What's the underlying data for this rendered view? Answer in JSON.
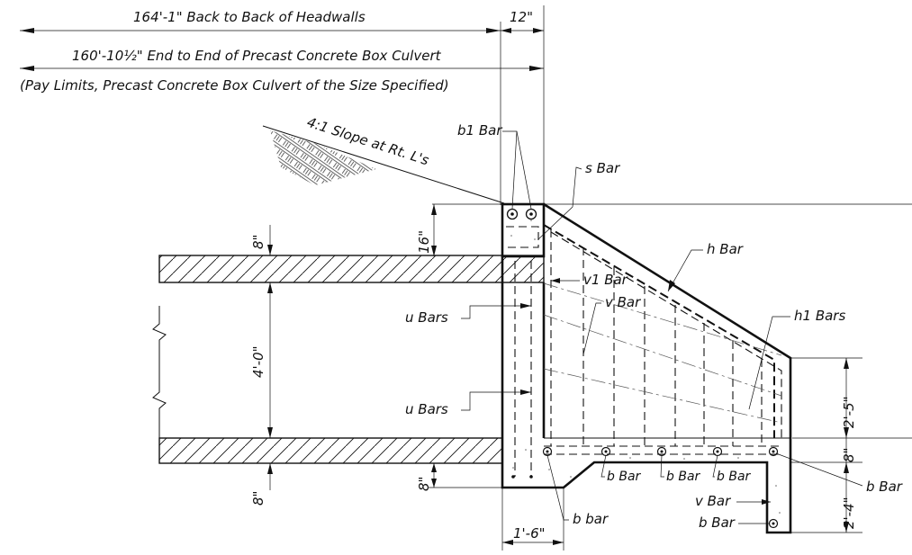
{
  "dimensions": {
    "back_to_back": "164'-1\"   Back to Back of Headwalls",
    "end_to_end": "160'-10½\"  End to End of Precast Concrete Box Culvert",
    "pay_limits": "(Pay Limits, Precast Concrete Box Culvert of the Size Specified)",
    "twelve_in": "12\"",
    "top_slab": "8\"",
    "cap": "16\"",
    "opening": "4'-0\"",
    "bottom_slab": "8\"",
    "apron": "8\"",
    "wall_height": "2'-5\"",
    "footing_thickness": "8\"",
    "cutoff_depth": "2'-4\"",
    "footing_width": "1'-6\""
  },
  "notes": {
    "slope": "4:1 Slope at Rt. L's"
  },
  "bar_labels": {
    "b1": "b1 Bar",
    "s": "s Bar",
    "h": "h Bar",
    "v1": "v1 Bar",
    "v": "v Bar",
    "h1": "h1 Bars",
    "u_top": "u Bars",
    "u_bottom": "u Bars",
    "b_1": "b Bar",
    "b_2": "b Bar",
    "b_3": "b Bar",
    "b_right": "b Bar",
    "v_lower": "v Bar",
    "b_lower": "b Bar",
    "b_small": "b bar"
  }
}
